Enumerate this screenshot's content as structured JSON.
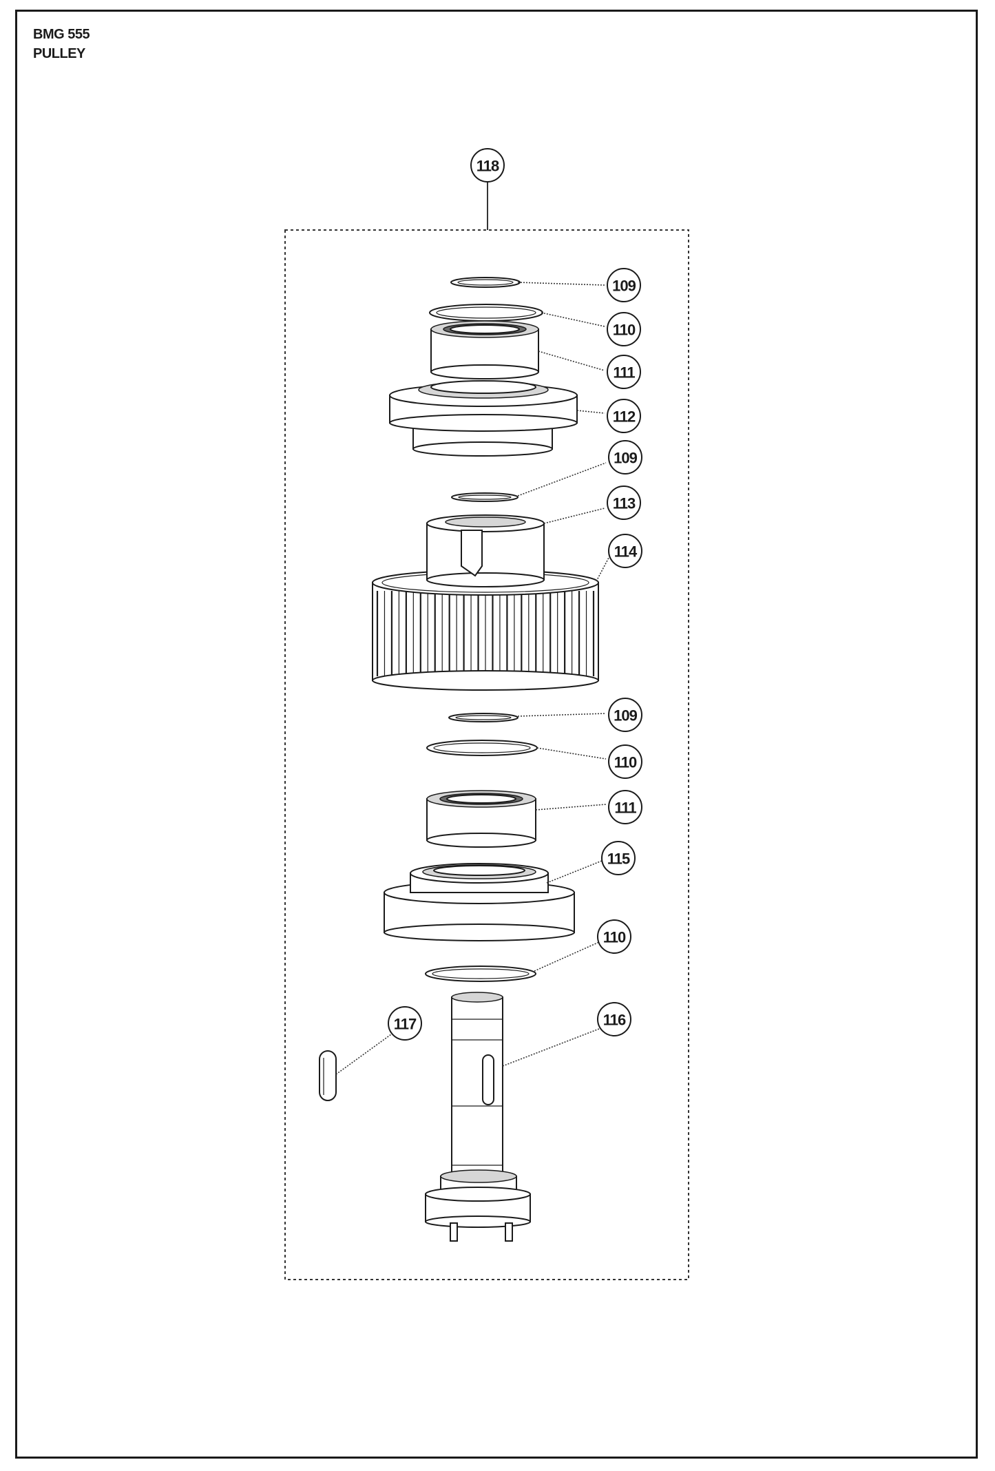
{
  "header": {
    "model": "BMG 555",
    "section": "PULLEY"
  },
  "callouts": [
    {
      "id": "c118",
      "label": "118"
    },
    {
      "id": "c109a",
      "label": "109"
    },
    {
      "id": "c110a",
      "label": "110"
    },
    {
      "id": "c111a",
      "label": "111"
    },
    {
      "id": "c112",
      "label": "112"
    },
    {
      "id": "c109b",
      "label": "109"
    },
    {
      "id": "c113",
      "label": "113"
    },
    {
      "id": "c114",
      "label": "114"
    },
    {
      "id": "c109c",
      "label": "109"
    },
    {
      "id": "c110b",
      "label": "110"
    },
    {
      "id": "c111b",
      "label": "111"
    },
    {
      "id": "c115",
      "label": "115"
    },
    {
      "id": "c110c",
      "label": "110"
    },
    {
      "id": "c117",
      "label": "117"
    },
    {
      "id": "c116",
      "label": "116"
    }
  ]
}
